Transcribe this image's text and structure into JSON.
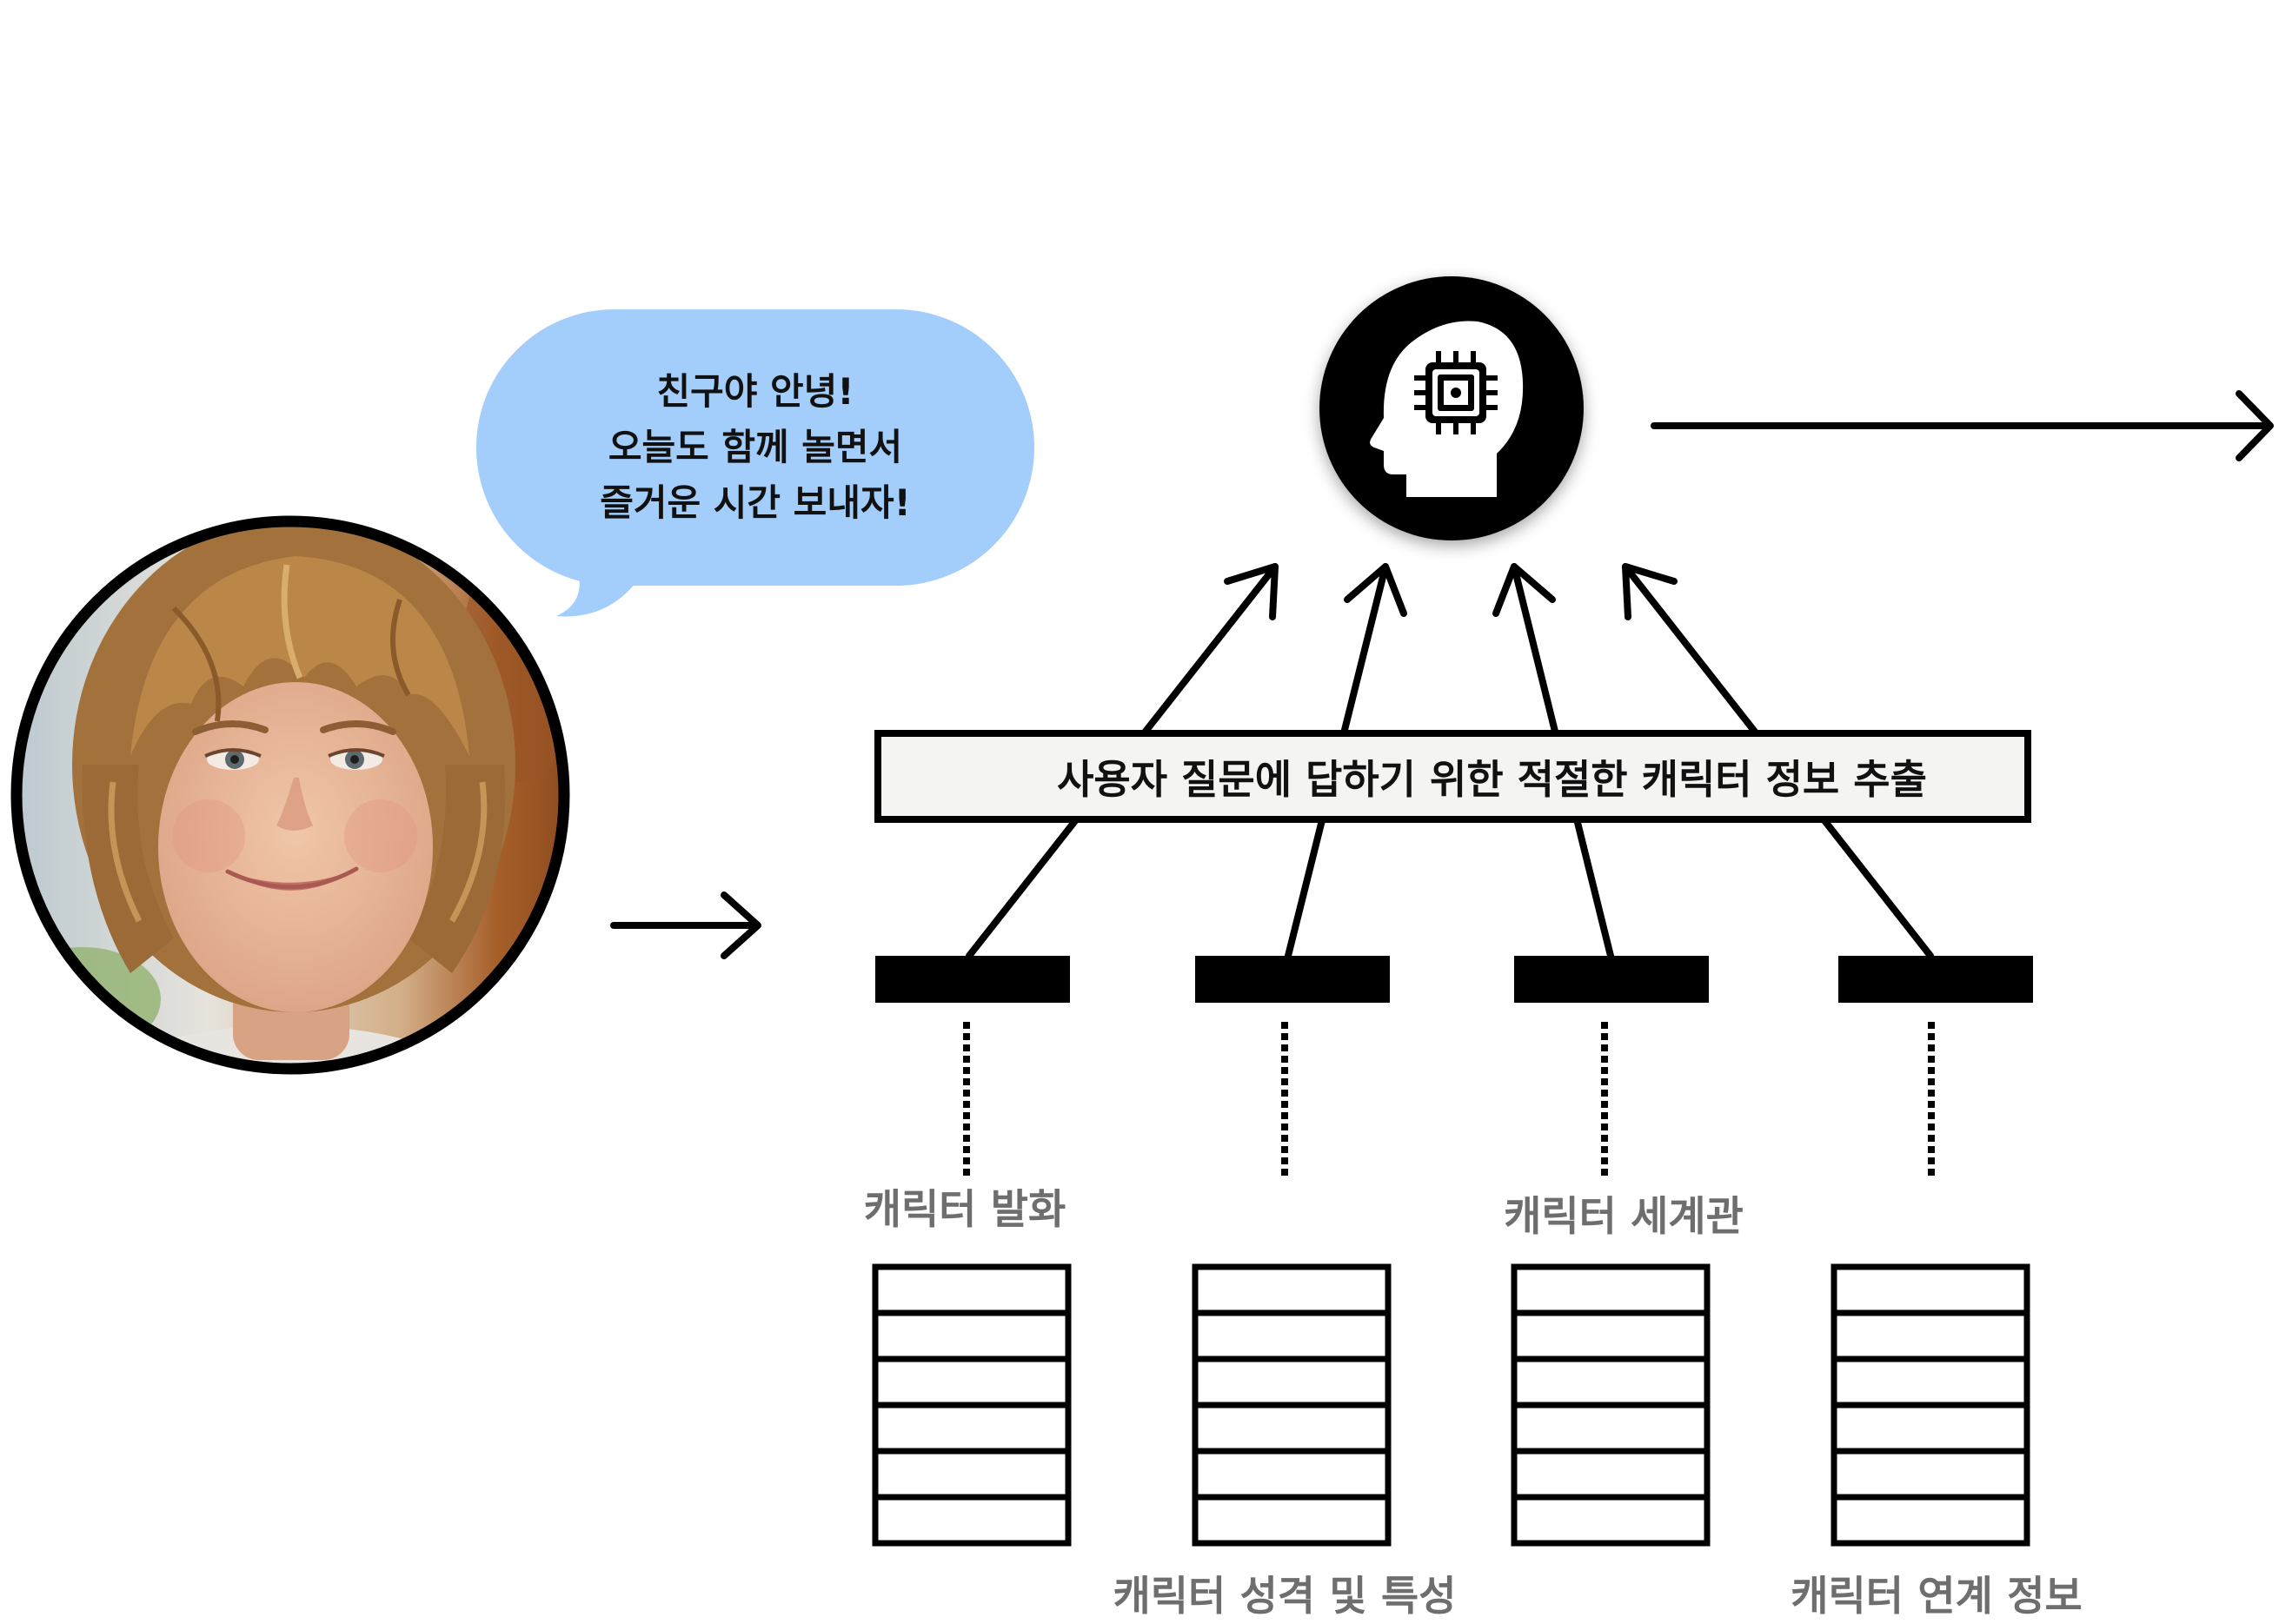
{
  "speech_bubble": {
    "lines": [
      "친구야 안녕!",
      "오늘도 함께 놀면서",
      "즐거운 시간 보내자!"
    ]
  },
  "extraction_box": {
    "label": "사용자 질문에 답하기 위한 적절한 캐릭터 정보 추출"
  },
  "sources": [
    {
      "label": "캐릭터 발화"
    },
    {
      "label": "캐릭터 성격 및 특성"
    },
    {
      "label": "캐릭터 세계관"
    },
    {
      "label": "캐릭터 연계 정보"
    }
  ],
  "icons": {
    "user": "child-photo",
    "model": "ai-head-chip-icon",
    "flow": "arrow-icon",
    "store": "table-icon"
  },
  "colors": {
    "bubble": "#a3cdfb",
    "label_gray": "#6e6e6e",
    "box_fill": "#f4f4f2",
    "foreground": "#000000"
  }
}
